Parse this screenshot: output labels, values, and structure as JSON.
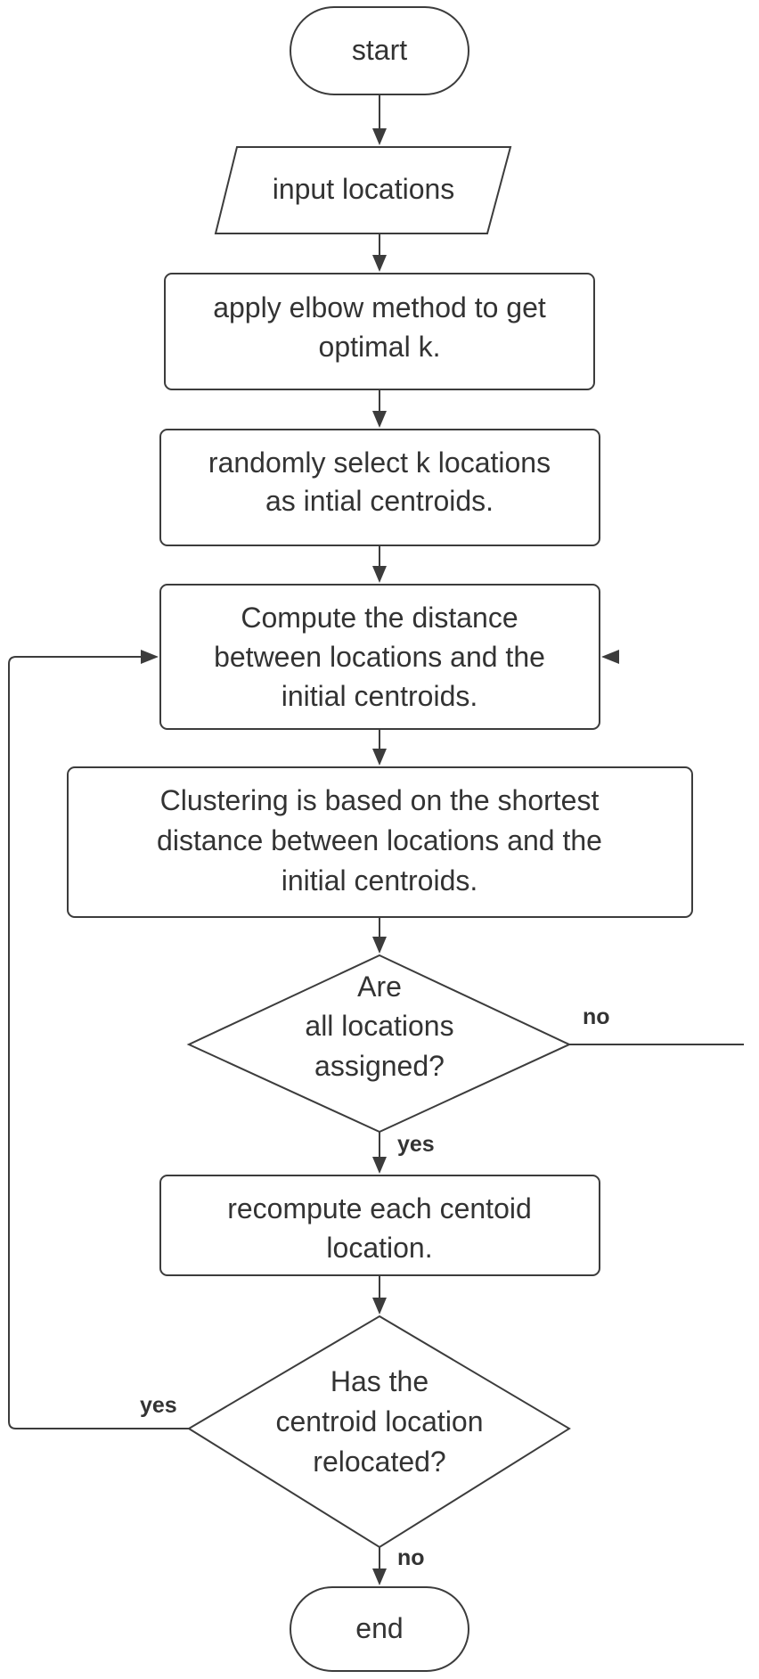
{
  "nodes": {
    "start": {
      "shape": "terminator",
      "lines": [
        "start"
      ]
    },
    "input": {
      "shape": "parallelogram",
      "lines": [
        "input locations"
      ]
    },
    "elbow": {
      "shape": "process",
      "lines": [
        "apply elbow method to get",
        "optimal k."
      ]
    },
    "select": {
      "shape": "process",
      "lines": [
        "randomly select k locations",
        "as intial centroids."
      ]
    },
    "compute": {
      "shape": "process",
      "lines": [
        "Compute the distance",
        "between locations and the",
        "initial centroids."
      ]
    },
    "cluster": {
      "shape": "process",
      "lines": [
        "Clustering is based on the shortest",
        "distance between locations and the",
        "initial centroids."
      ]
    },
    "assigned": {
      "shape": "decision",
      "lines": [
        "Are",
        "all locations",
        "assigned?"
      ]
    },
    "recompute": {
      "shape": "process",
      "lines": [
        "recompute each centoid",
        "location."
      ]
    },
    "relocated": {
      "shape": "decision",
      "lines": [
        "Has the",
        "centroid location",
        "relocated?"
      ]
    },
    "end": {
      "shape": "terminator",
      "lines": [
        "end"
      ]
    }
  },
  "edges": [
    {
      "id": "start-input",
      "from": "start",
      "to": "input",
      "label": ""
    },
    {
      "id": "input-elbow",
      "from": "input",
      "to": "elbow",
      "label": ""
    },
    {
      "id": "elbow-select",
      "from": "elbow",
      "to": "select",
      "label": ""
    },
    {
      "id": "select-compute",
      "from": "select",
      "to": "compute",
      "label": ""
    },
    {
      "id": "compute-cluster",
      "from": "compute",
      "to": "cluster",
      "label": ""
    },
    {
      "id": "cluster-assigned",
      "from": "cluster",
      "to": "assigned",
      "label": ""
    },
    {
      "id": "assigned-no",
      "from": "assigned",
      "to": "compute",
      "label": "no"
    },
    {
      "id": "assigned-yes",
      "from": "assigned",
      "to": "recompute",
      "label": "yes"
    },
    {
      "id": "recompute-relocated",
      "from": "recompute",
      "to": "relocated",
      "label": ""
    },
    {
      "id": "relocated-yes",
      "from": "relocated",
      "to": "compute",
      "label": "yes"
    },
    {
      "id": "relocated-no",
      "from": "relocated",
      "to": "end",
      "label": "no"
    }
  ],
  "colors": {
    "stroke": "#3c3c3c",
    "text": "#333333",
    "fill": "#ffffff"
  }
}
